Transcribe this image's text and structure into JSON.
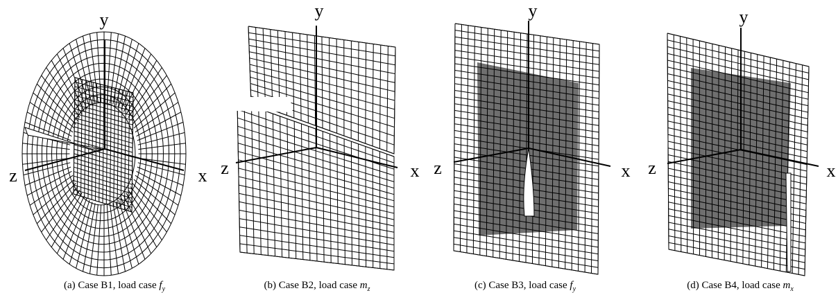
{
  "panels": [
    {
      "id": "a",
      "axes": {
        "x": "x",
        "y": "y",
        "z": "z"
      },
      "caption": {
        "prefix": "(a)  Case B1, load case ",
        "var": "f",
        "sub": "y"
      }
    },
    {
      "id": "b",
      "axes": {
        "x": "x",
        "y": "y",
        "z": "z"
      },
      "caption": {
        "prefix": "(b)  Case B2, load case ",
        "var": "m",
        "sub": "z"
      }
    },
    {
      "id": "c",
      "axes": {
        "x": "x",
        "y": "y",
        "z": "z"
      },
      "caption": {
        "prefix": "(c)  Case B3, load case ",
        "var": "f",
        "sub": "y"
      }
    },
    {
      "id": "d",
      "axes": {
        "x": "x",
        "y": "y",
        "z": "z"
      },
      "caption": {
        "prefix": "(d)  Case B4, load case ",
        "var": "m",
        "sub": "x"
      }
    }
  ],
  "colors": {
    "mesh": "#000000",
    "shaded_region": "#6f6f6f",
    "background": "#ffffff"
  }
}
